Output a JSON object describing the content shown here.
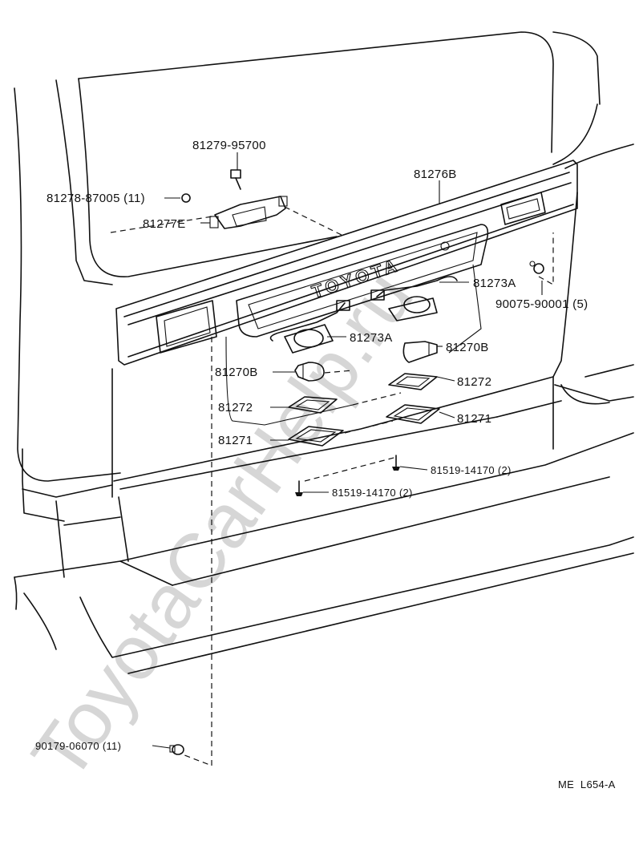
{
  "watermark": "ToyotaCarHelp.ru",
  "emblem_text": "TOYOTA",
  "diagram_code": "ME  L654-A",
  "parts": [
    {
      "id": "p1",
      "label": "81279-95700"
    },
    {
      "id": "p2",
      "label": "81276B"
    },
    {
      "id": "p3",
      "label": "81278-87005 (11)"
    },
    {
      "id": "p4",
      "label": "81277E"
    },
    {
      "id": "p5",
      "label": "81273A"
    },
    {
      "id": "p6",
      "label": "90075-90001 (5)"
    },
    {
      "id": "p7",
      "label": "81273A"
    },
    {
      "id": "p8",
      "label": "81270B"
    },
    {
      "id": "p9",
      "label": "81270B"
    },
    {
      "id": "p10",
      "label": "81272"
    },
    {
      "id": "p11",
      "label": "81272"
    },
    {
      "id": "p12",
      "label": "81271"
    },
    {
      "id": "p13",
      "label": "81271"
    },
    {
      "id": "p14",
      "label": "81519-14170 (2)"
    },
    {
      "id": "p15",
      "label": "81519-14170 (2)"
    },
    {
      "id": "p16",
      "label": "90179-06070 (11)"
    }
  ]
}
